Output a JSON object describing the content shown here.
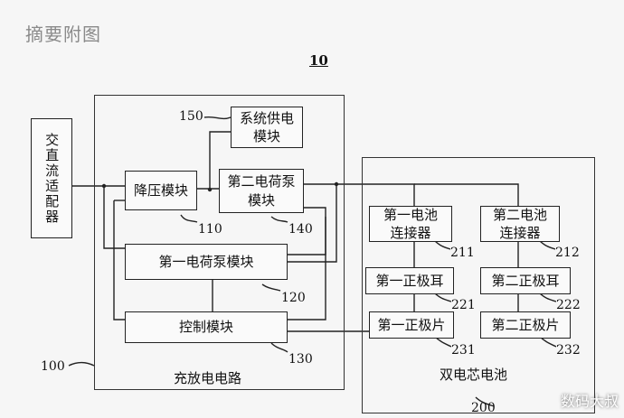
{
  "heading": "摘要附图",
  "figure_number": "10",
  "blocks": {
    "adapter": "交直流适配器",
    "system_power": "系统供电\n模块",
    "buck": "降压模块",
    "second_pump": "第二电荷泵\n模块",
    "first_pump": "第一电荷泵模块",
    "control": "控制模块",
    "battery_conn_1": "第一电池\n连接器",
    "battery_conn_2": "第二电池\n连接器",
    "positive_tab_1": "第一正极耳",
    "positive_tab_2": "第二正极耳",
    "positive_plate_1": "第一正极片",
    "positive_plate_2": "第二正极片"
  },
  "captions": {
    "circuit": "充放电电路",
    "battery": "双电芯电池"
  },
  "refs": {
    "r10": "10",
    "r100": "100",
    "r110": "110",
    "r120": "120",
    "r130": "130",
    "r140": "140",
    "r150": "150",
    "r200": "200",
    "r211": "211",
    "r212": "212",
    "r221": "221",
    "r222": "222",
    "r231": "231",
    "r232": "232"
  },
  "watermark": "数码大叔"
}
